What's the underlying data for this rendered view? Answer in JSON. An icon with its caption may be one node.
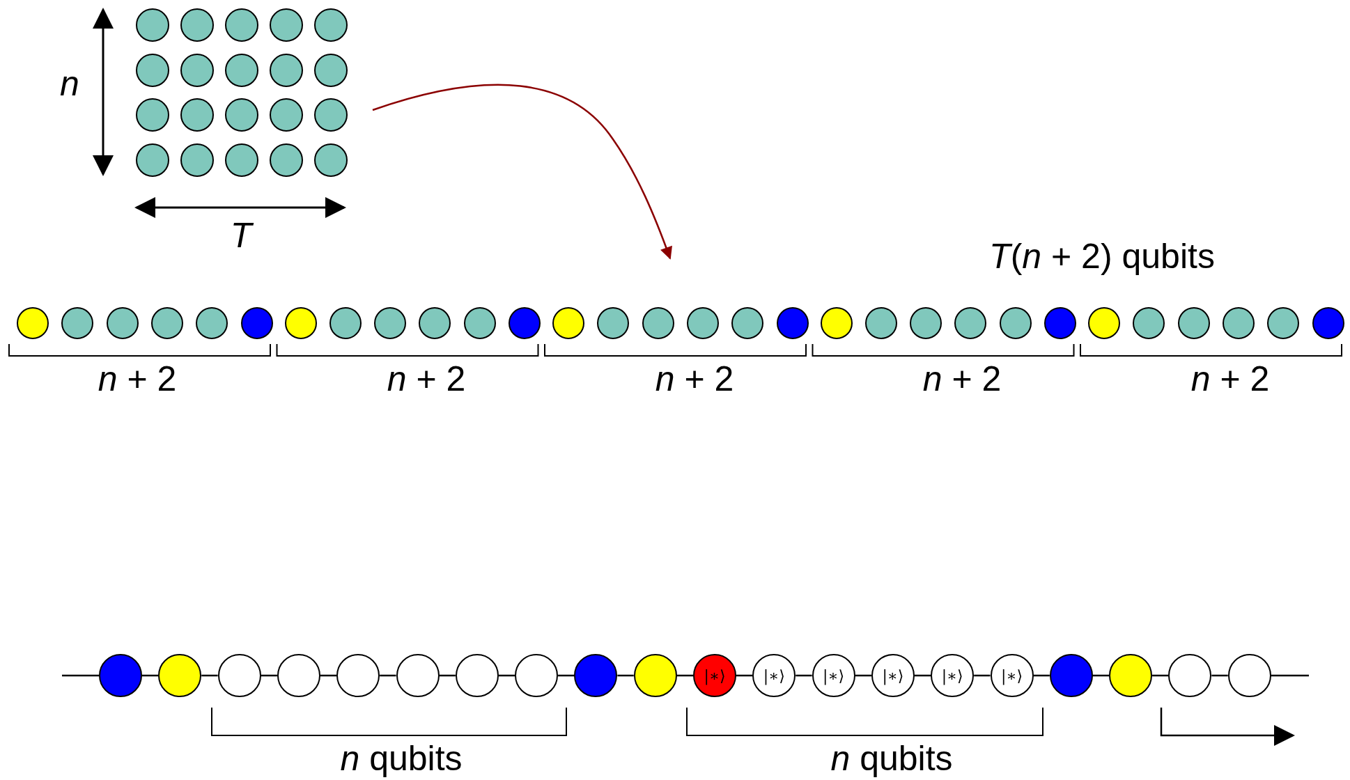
{
  "diagram": {
    "nodes": [
      {
        "text": [],
        "shape": "circle"
      },
      {
        "text": [],
        "shape": "circle"
      },
      {
        "text": [],
        "shape": "circle"
      },
      {
        "text": [],
        "shape": "circle"
      },
      {
        "text": [],
        "shape": "circle"
      },
      {
        "text": [],
        "shape": "circle"
      },
      {
        "text": [],
        "shape": "circle"
      },
      {
        "text": [],
        "shape": "circle"
      },
      {
        "text": [],
        "shape": "circle"
      },
      {
        "text": [],
        "shape": "circle"
      },
      {
        "text": [],
        "shape": "circle"
      },
      {
        "text": [],
        "shape": "circle"
      },
      {
        "text": [],
        "shape": "circle"
      },
      {
        "text": [],
        "shape": "circle"
      },
      {
        "text": [],
        "shape": "circle"
      },
      {
        "text": [],
        "shape": "circle"
      },
      {
        "text": [],
        "shape": "circle"
      },
      {
        "text": [],
        "shape": "circle"
      },
      {
        "text": [],
        "shape": "circle"
      },
      {
        "text": [],
        "shape": "circle"
      },
      {
        "text": [],
        "shape": "circle"
      },
      {
        "text": [],
        "shape": "circle"
      },
      {
        "text": [],
        "shape": "circle"
      },
      {
        "text": [],
        "shape": "circle"
      },
      {
        "text": [],
        "shape": "circle"
      },
      {
        "text": [],
        "shape": "circle"
      },
      {
        "text": [],
        "shape": "circle"
      },
      {
        "text": [],
        "shape": "circle"
      },
      {
        "text": [],
        "shape": "circle"
      },
      {
        "text": [],
        "shape": "circle"
      },
      {
        "text": [],
        "shape": "circle"
      },
      {
        "text": [],
        "shape": "circle"
      },
      {
        "text": [],
        "shape": "circle"
      },
      {
        "text": [],
        "shape": "circle"
      },
      {
        "text": [],
        "shape": "circle"
      },
      {
        "text": [],
        "shape": "circle"
      },
      {
        "text": [],
        "shape": "circle"
      },
      {
        "text": [],
        "shape": "circle"
      },
      {
        "text": [],
        "shape": "circle"
      },
      {
        "text": [],
        "shape": "circle"
      },
      {
        "text": [],
        "shape": "circle"
      },
      {
        "text": [],
        "shape": "circle"
      },
      {
        "text": [],
        "shape": "circle"
      },
      {
        "text": [],
        "shape": "circle"
      },
      {
        "text": [],
        "shape": "circle"
      },
      {
        "text": [],
        "shape": "circle"
      },
      {
        "text": [],
        "shape": "circle"
      },
      {
        "text": [],
        "shape": "circle"
      },
      {
        "text": [],
        "shape": "circle"
      },
      {
        "text": [],
        "shape": "circle"
      },
      {
        "text": [],
        "shape": "circle"
      },
      {
        "text": [],
        "shape": "circle"
      },
      {
        "text": [],
        "shape": "circle"
      },
      {
        "text": [],
        "shape": "circle"
      },
      {
        "text": [],
        "shape": "circle"
      },
      {
        "text": [],
        "shape": "circle"
      },
      {
        "text": [],
        "shape": "circle"
      },
      {
        "text": [],
        "shape": "circle"
      },
      {
        "text": [],
        "shape": "circle"
      },
      {
        "text": [],
        "shape": "circle"
      },
      {
        "text": [
          "|∗⟩"
        ]
      },
      {
        "text": [
          "|∗⟩"
        ]
      },
      {
        "text": [
          "|∗⟩"
        ]
      },
      {
        "text": [
          "|∗⟩"
        ]
      },
      {
        "text": [
          "|∗⟩"
        ]
      },
      {
        "text": [
          "|∗⟩"
        ]
      },
      {
        "text": [],
        "shape": "circle"
      },
      {
        "text": [],
        "shape": "circle"
      },
      {
        "text": [],
        "shape": "circle"
      },
      {
        "text": [],
        "shape": "circle"
      }
    ],
    "edges": [
      {
        "from": null,
        "to": 50,
        "arrow": "none"
      },
      {
        "from": 50,
        "to": 51,
        "arrow": "none"
      },
      {
        "from": 51,
        "to": 52,
        "arrow": "none"
      },
      {
        "from": 52,
        "to": 53,
        "arrow": "none"
      },
      {
        "from": 53,
        "to": 54,
        "arrow": "none"
      },
      {
        "from": 54,
        "to": 55,
        "arrow": "none"
      },
      {
        "from": 55,
        "to": 56,
        "arrow": "none"
      },
      {
        "from": 56,
        "to": 57,
        "arrow": "none"
      },
      {
        "from": 57,
        "to": 58,
        "arrow": "none"
      },
      {
        "from": 58,
        "to": 59,
        "arrow": "none"
      },
      {
        "from": 59,
        "to": 60,
        "arrow": "none"
      },
      {
        "from": 60,
        "to": 61,
        "arrow": "none"
      },
      {
        "from": 61,
        "to": 62,
        "arrow": "none"
      },
      {
        "from": 62,
        "to": 63,
        "arrow": "none"
      },
      {
        "from": 63,
        "to": 64,
        "arrow": "none"
      },
      {
        "from": 64,
        "to": 65,
        "arrow": "none"
      },
      {
        "from": 65,
        "to": 66,
        "arrow": "none"
      },
      {
        "from": 66,
        "to": 67,
        "arrow": "none"
      },
      {
        "from": 67,
        "to": 68,
        "arrow": "none"
      },
      {
        "from": 68,
        "to": 69,
        "arrow": "none"
      },
      {
        "from": 69,
        "to": null,
        "arrow": "none"
      }
    ],
    "labels": [
      "*n*",
      "*T*",
      "*T*(*n* + 2) qubits",
      "*n* + 2",
      "*n* + 2",
      "*n* + 2",
      "*n* + 2",
      "*n* + 2",
      "*n* qubits",
      "*n* qubits"
    ]
  }
}
